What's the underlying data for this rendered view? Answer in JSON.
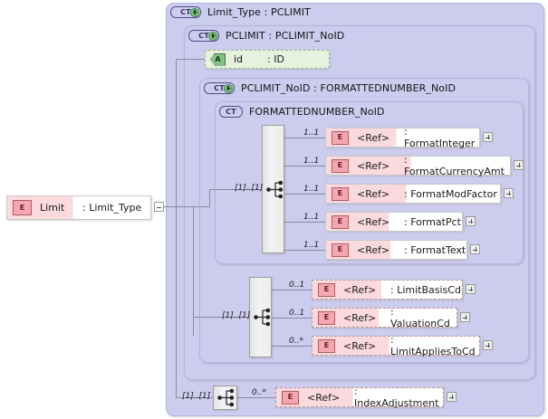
{
  "diagram": {
    "kind": "xml-schema-component-diagram",
    "root_element": {
      "icon": "element-icon",
      "name": "Limit",
      "type": ": Limit_Type",
      "expander": "minus-icon"
    },
    "containers": [
      {
        "icon": "complextype-plus-icon",
        "label": "Limit_Type : PCLIMIT"
      },
      {
        "icon": "complextype-plus-icon",
        "label": "PCLIMIT : PCLIMIT_NoID"
      },
      {
        "icon": "complextype-plus-icon",
        "label": "PCLIMIT_NoID : FORMATTEDNUMBER_NoID"
      },
      {
        "icon": "complextype-icon",
        "label": "FORMATTEDNUMBER_NoID"
      }
    ],
    "attribute": {
      "icon": "attribute-icon",
      "name": "id",
      "type": ": ID"
    },
    "compositors": [
      {
        "icon": "sequence-icon",
        "occurrence": "[1]..[1]"
      },
      {
        "icon": "sequence-icon",
        "occurrence": "[1]..[1]"
      },
      {
        "icon": "sequence-icon",
        "occurrence": "[1]..[1]"
      }
    ],
    "groups": [
      {
        "name": "formatted-number-group",
        "elements": [
          {
            "icon": "element-icon",
            "ref": "<Ref>",
            "type": ": FormatInteger",
            "occurrence": "1..1",
            "optional": false,
            "expander": "plus-icon"
          },
          {
            "icon": "element-icon",
            "ref": "<Ref>",
            "type": ": FormatCurrencyAmt",
            "occurrence": "1..1",
            "optional": false,
            "expander": "plus-icon"
          },
          {
            "icon": "element-icon",
            "ref": "<Ref>",
            "type": ": FormatModFactor",
            "occurrence": "1..1",
            "optional": false,
            "expander": "plus-icon"
          },
          {
            "icon": "element-icon",
            "ref": "<Ref>",
            "type": ": FormatPct",
            "occurrence": "1..1",
            "optional": false,
            "expander": "plus-icon"
          },
          {
            "icon": "element-icon",
            "ref": "<Ref>",
            "type": ": FormatText",
            "occurrence": "1..1",
            "optional": false,
            "expander": "plus-icon"
          }
        ]
      },
      {
        "name": "pclimit-noid-group",
        "elements": [
          {
            "icon": "element-icon",
            "ref": "<Ref>",
            "type": ": LimitBasisCd",
            "occurrence": "0..1",
            "optional": true,
            "expander": "plus-icon"
          },
          {
            "icon": "element-icon",
            "ref": "<Ref>",
            "type": ": ValuationCd",
            "occurrence": "0..1",
            "optional": true,
            "expander": "plus-icon"
          },
          {
            "icon": "element-icon",
            "ref": "<Ref>",
            "type": ": LimitAppliesToCd",
            "occurrence": "0..*",
            "optional": true,
            "expander": "plus-icon"
          }
        ]
      },
      {
        "name": "limit-type-group",
        "elements": [
          {
            "icon": "element-icon",
            "ref": "<Ref>",
            "type": ": IndexAdjustment",
            "occurrence": "0..*",
            "optional": true,
            "expander": "plus-icon"
          }
        ]
      }
    ],
    "colors": {
      "container_fill": "#ccccee",
      "element_fill": "#fadadd",
      "attribute_fill": "#e4f2de",
      "compositor_fill": "#ececec",
      "line": "#8a8a9e"
    }
  }
}
